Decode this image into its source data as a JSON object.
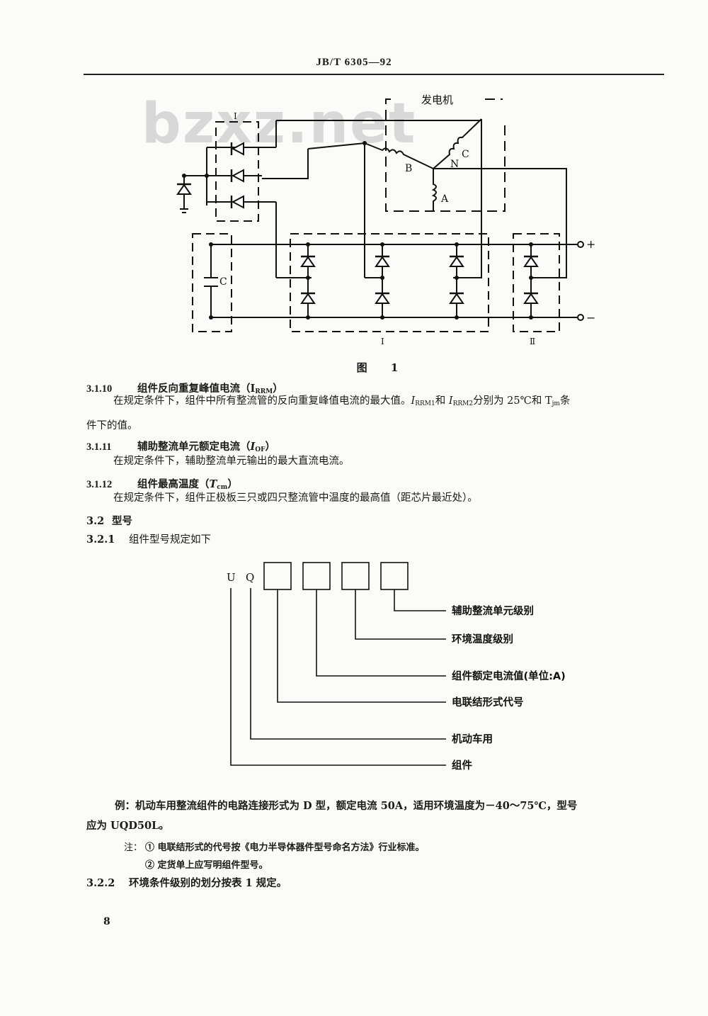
{
  "header": {
    "code": "JB/T 6305—92"
  },
  "watermark": "bzxz.net",
  "figure": {
    "generator_label": "发电机",
    "phase_b": "B",
    "phase_c": "C",
    "phase_n": "N",
    "phase_a": "A",
    "cap_label": "C",
    "plus": "+",
    "minus": "−",
    "group_i": "I",
    "group_ii": "Ⅱ",
    "group_top": "Ⅰ",
    "caption": "图 1"
  },
  "sec_3_1_10": {
    "num": "3.1.10",
    "title_pre": "组件反向重复峰值电流（I",
    "title_sub": "RRM",
    "title_post": "）",
    "body_l1_pre": "在规定条件下，组件中所有整流管的反向重复峰值电流的最大值。",
    "i1": "I",
    "i1_sub": "RRM1",
    "mid": "和 ",
    "i2": "I",
    "i2_sub": "RRM2",
    "body_l1_post": "分别为 25℃和 T",
    "tj_sub": "jm",
    "body_l1_end": "条",
    "body_l2": "件下的值。"
  },
  "sec_3_1_11": {
    "num": "3.1.11",
    "title_pre": "辅助整流单元额定电流（",
    "title_i": "I",
    "title_sub": "OF",
    "title_post": "）",
    "body": "在规定条件下，辅助整流单元输出的最大直流电流。"
  },
  "sec_3_1_12": {
    "num": "3.1.12",
    "title_pre": "组件最高温度（",
    "title_i": "T",
    "title_sub": "cm",
    "title_post": "）",
    "body": "在规定条件下，组件正极板三只或四只整流管中温度的最高值（距芯片最近处）。"
  },
  "sec_3_2": {
    "num": "3.2",
    "title": "型号"
  },
  "sec_3_2_1": {
    "num": "3.2.1",
    "title": "组件型号规定如下"
  },
  "model": {
    "u": "U",
    "q": "Q",
    "labels": [
      "辅助整流单元级别",
      "环境温度级别",
      "组件额定电流值(单位:A)",
      "电联结形式代号",
      "机动车用",
      "组件"
    ]
  },
  "example": {
    "l1": "例：机动车用整流组件的电路连接形式为 D 型，额定电流 50A，适用环境温度为－40～75℃，型号",
    "l2": "应为 UQD50L。"
  },
  "notes": {
    "label": "注：",
    "n1": "① 电联结形式的代号按《电力半导体器件型号命名方法》行业标准。",
    "n2": "② 定货单上应写明组件型号。"
  },
  "sec_3_2_2": {
    "num": "3.2.2",
    "title": "环境条件级别的划分按表 1 规定。"
  },
  "page_number": "8"
}
